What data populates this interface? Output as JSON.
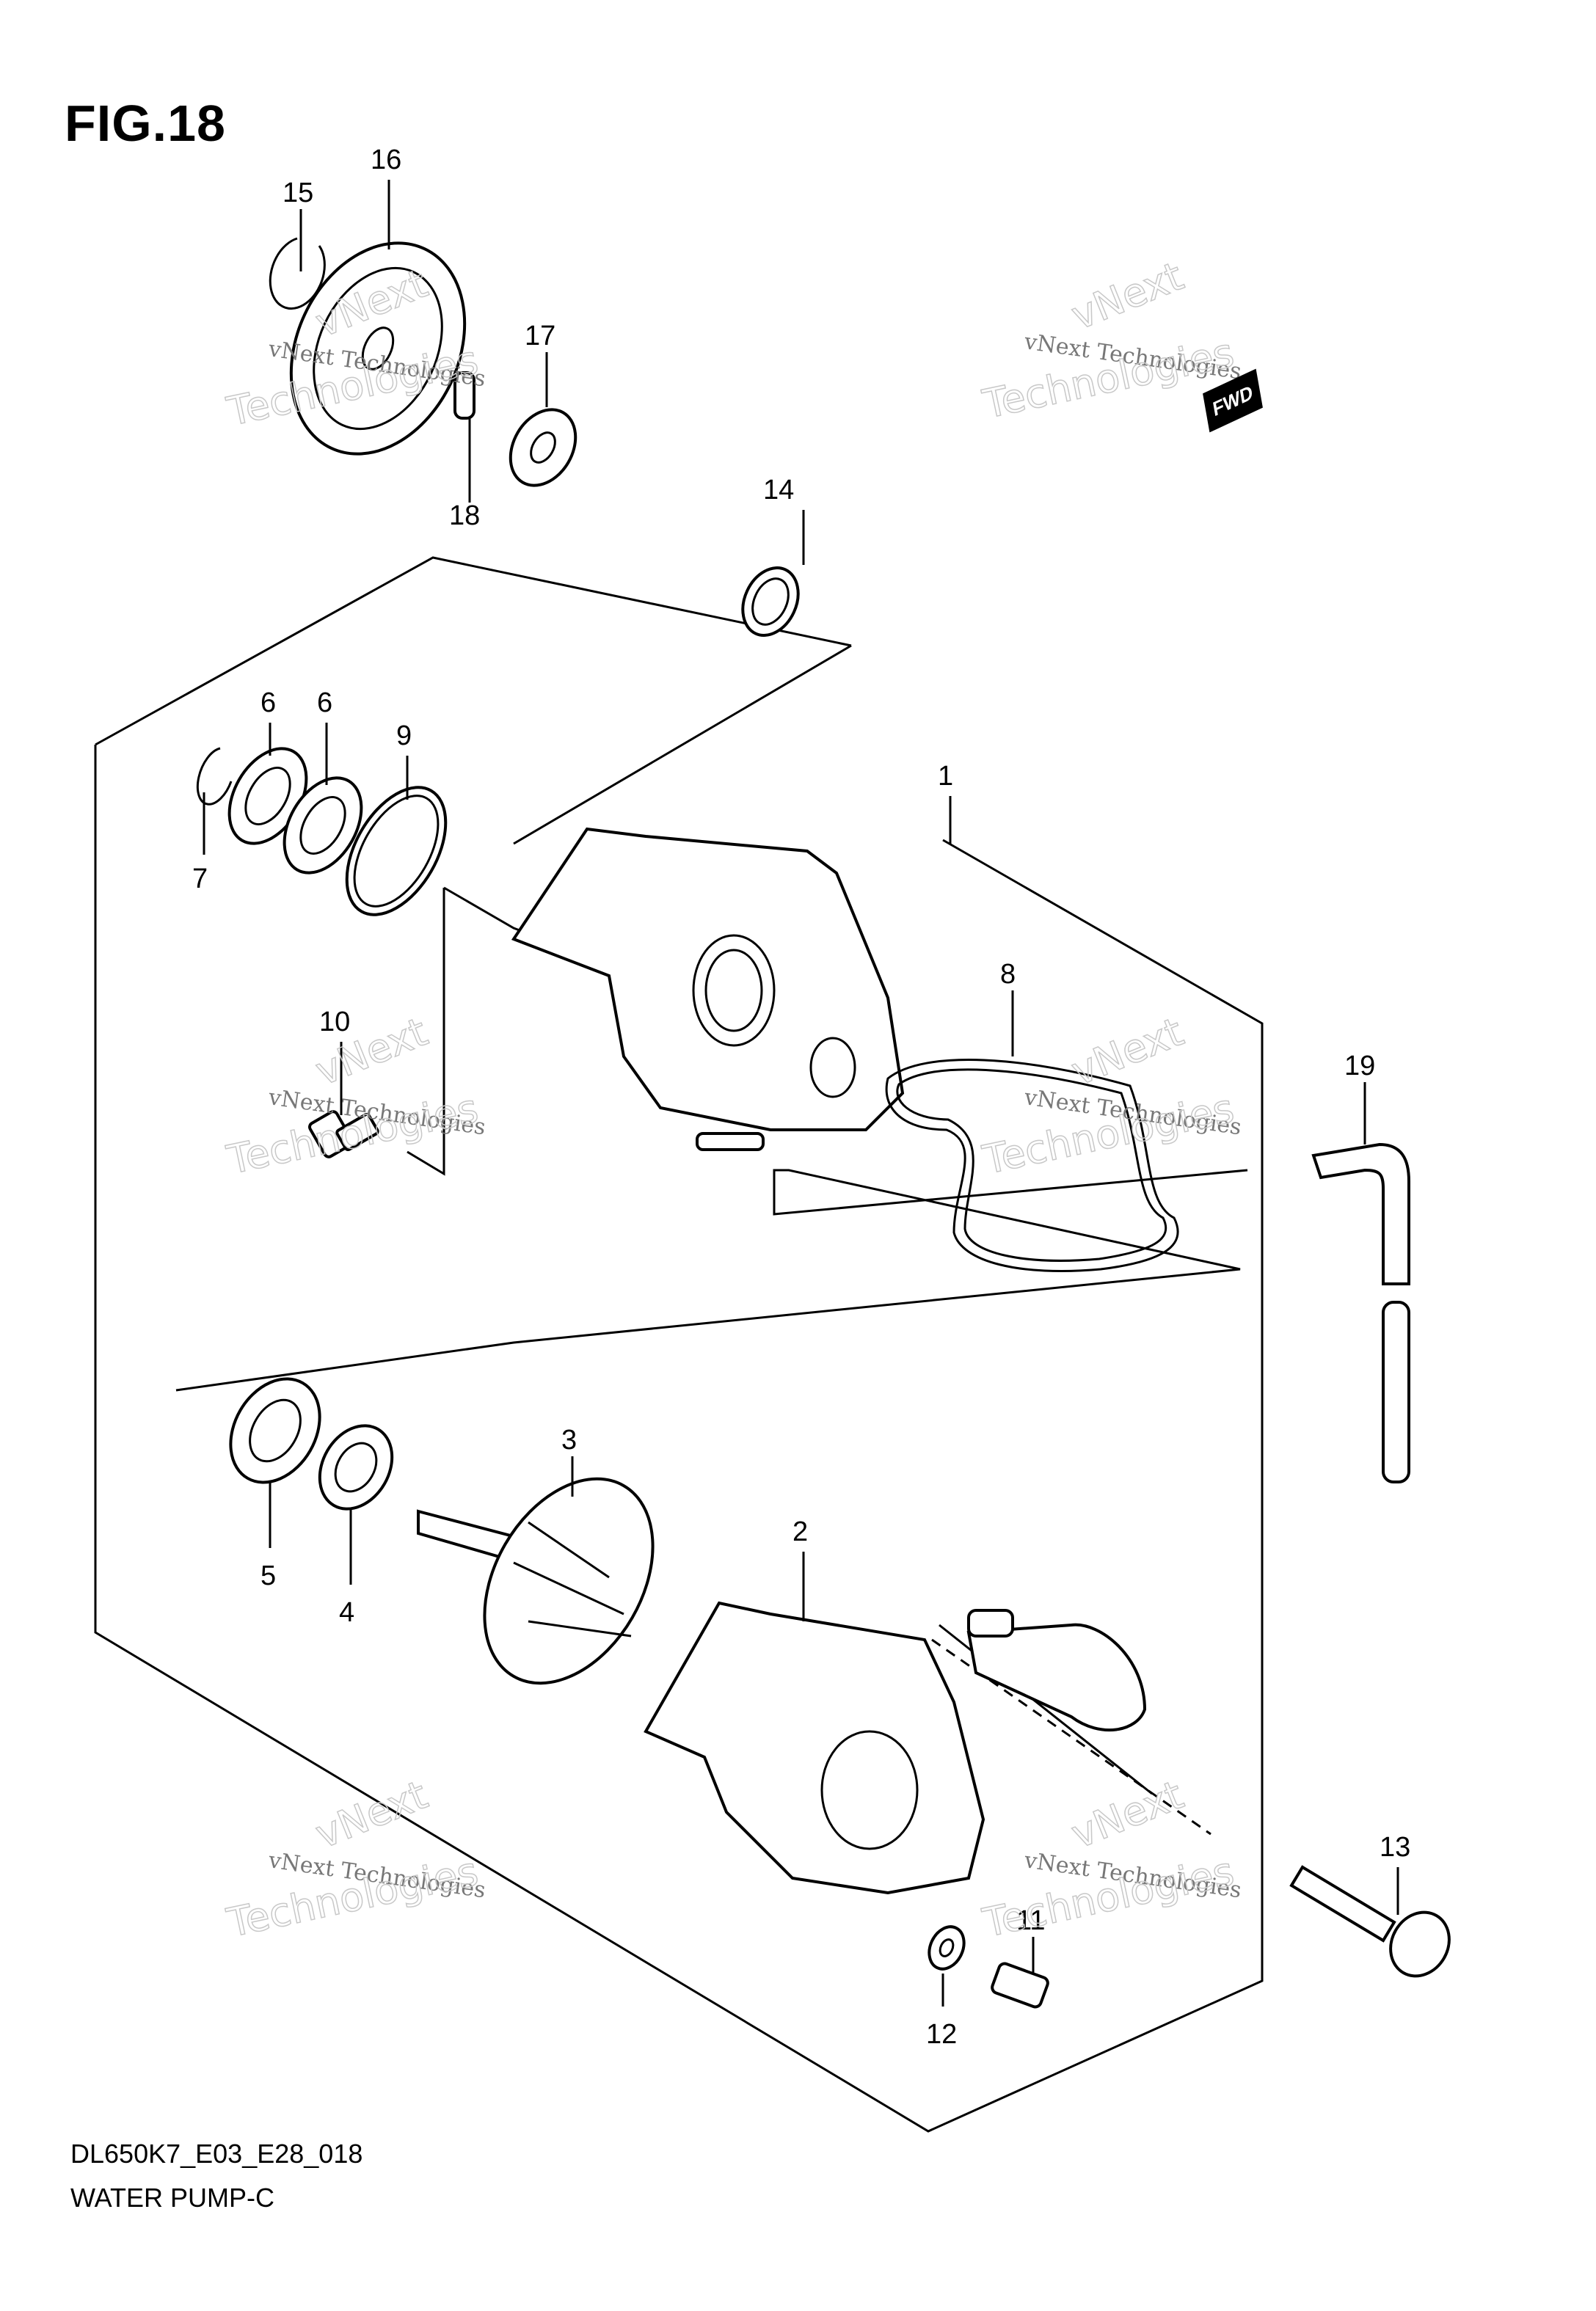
{
  "figure": {
    "title": "FIG.18"
  },
  "footer": {
    "code": "DL650K7_E03_E28_018",
    "name": "WATER PUMP-C"
  },
  "fwd_badge": "FWD",
  "watermark": {
    "line1": "vNext Technologies",
    "line2": "Technologies",
    "overlay": "vNext"
  },
  "callouts": [
    "1",
    "2",
    "3",
    "4",
    "5",
    "6",
    "6",
    "7",
    "8",
    "9",
    "10",
    "11",
    "12",
    "13",
    "14",
    "15",
    "16",
    "17",
    "18",
    "19"
  ]
}
